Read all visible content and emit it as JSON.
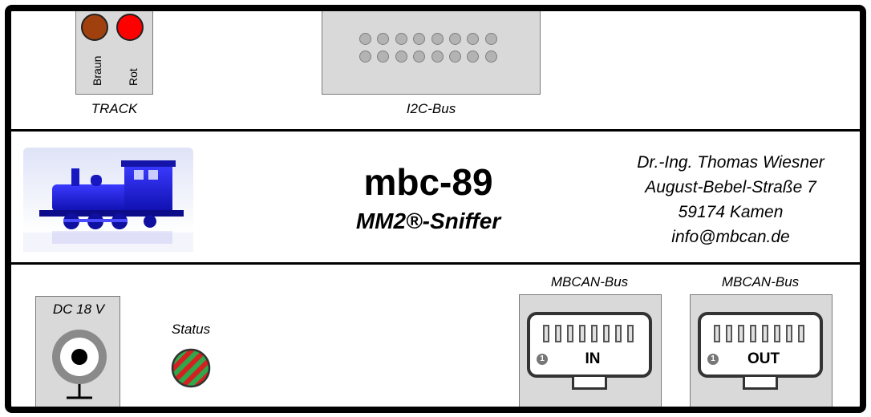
{
  "track": {
    "label": "TRACK",
    "led_brown_label": "Braun",
    "led_red_label": "Rot",
    "colors": {
      "brown": "#a0400f",
      "red": "#ff0000"
    }
  },
  "i2c": {
    "label": "I2C-Bus",
    "pin_rows": 2,
    "pins_per_row": 8
  },
  "device": {
    "name": "mbc-89",
    "subtitle": "MM2®-Sniffer",
    "image_icon": "locomotive-icon"
  },
  "address": {
    "line1": "Dr.-Ing. Thomas Wiesner",
    "line2": "August-Bebel-Straße 7",
    "line3": "59174 Kamen",
    "line4": "info@mbcan.de"
  },
  "power": {
    "label": "DC 18 V"
  },
  "status": {
    "label": "Status",
    "colors": [
      "#d42020",
      "#2ea84a"
    ]
  },
  "mbcan_in": {
    "label": "MBCAN-Bus",
    "port": "IN",
    "pin_marker": "1"
  },
  "mbcan_out": {
    "label": "MBCAN-Bus",
    "port": "OUT",
    "pin_marker": "1"
  }
}
